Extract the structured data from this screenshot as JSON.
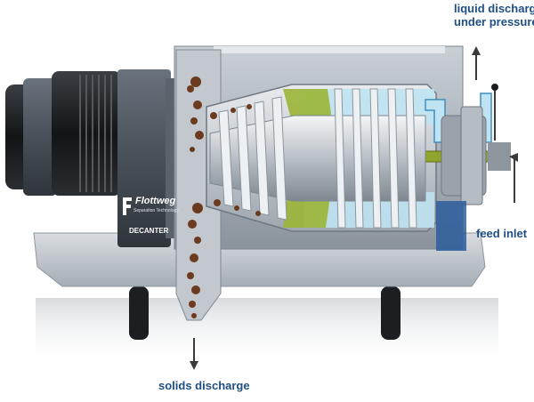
{
  "labels": {
    "liquid_discharge_line1": "liquid discharge",
    "liquid_discharge_line2": "under pressure",
    "feed_inlet": "feed inlet",
    "solids_discharge": "solids discharge"
  },
  "branding": {
    "logo_text": "Flottweg",
    "logo_subtext": "Separation Technology",
    "model_text": "DECANTER"
  },
  "colors": {
    "label_text": "#1f4f86",
    "arrow": "#3a3a3a",
    "solids": "#6b3a1f",
    "sludge": "#8da62b",
    "liquid": "#bfe3f2",
    "housing": "#9aa3ad",
    "motor": "#4e5761"
  }
}
